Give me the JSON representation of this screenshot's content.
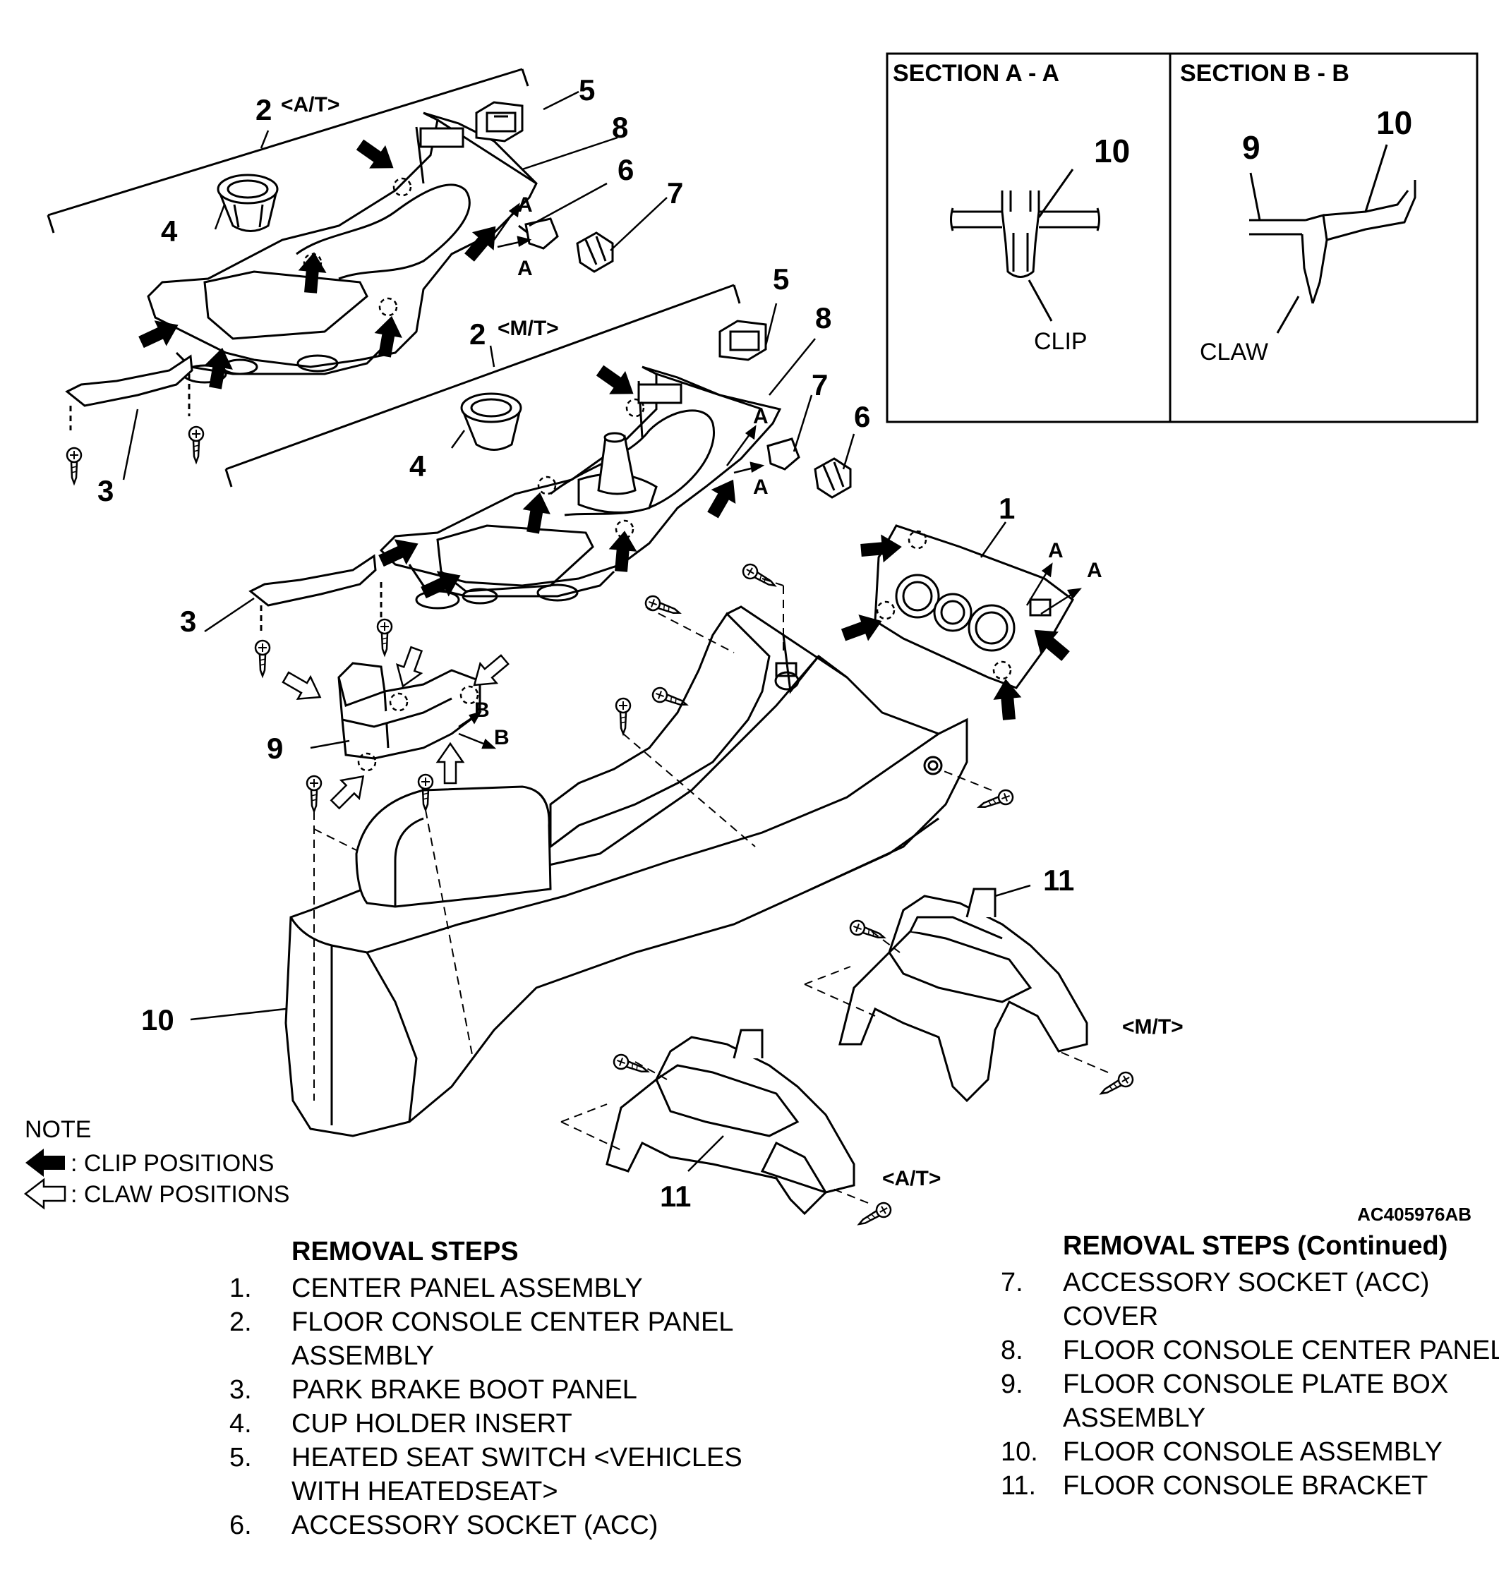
{
  "figure": {
    "drawing_code": "AC405976AB",
    "variant_labels": {
      "at": "<A/T>",
      "mt": "<M/T>"
    },
    "callouts": {
      "n1": "1",
      "n2": "2",
      "n3": "3",
      "n4": "4",
      "n5": "5",
      "n6": "6",
      "n7": "7",
      "n8": "8",
      "n9": "9",
      "n10": "10",
      "n11": "11"
    },
    "section_marks": {
      "a": "A",
      "b": "B"
    }
  },
  "sections": [
    {
      "title": "SECTION A - A",
      "part": "10",
      "note": "CLIP"
    },
    {
      "title": "SECTION B - B",
      "part_left": "9",
      "part_right": "10",
      "note": "CLAW"
    }
  ],
  "note": {
    "title": "NOTE",
    "clip": ": CLIP POSITIONS",
    "claw": ": CLAW POSITIONS"
  },
  "removal_steps": {
    "title": "REMOVAL STEPS",
    "title_continued": "REMOVAL STEPS (Continued)",
    "left": [
      {
        "num": "1.",
        "text": "CENTER PANEL ASSEMBLY"
      },
      {
        "num": "2.",
        "text": "FLOOR CONSOLE CENTER PANEL ASSEMBLY"
      },
      {
        "num": "3.",
        "text": "PARK BRAKE BOOT PANEL"
      },
      {
        "num": "4.",
        "text": "CUP HOLDER INSERT"
      },
      {
        "num": "5.",
        "text": "HEATED SEAT SWITCH <VEHICLES WITH HEATEDSEAT>"
      },
      {
        "num": "6.",
        "text": "ACCESSORY SOCKET (ACC)"
      }
    ],
    "right": [
      {
        "num": "7.",
        "text": "ACCESSORY SOCKET (ACC) COVER"
      },
      {
        "num": "8.",
        "text": "FLOOR CONSOLE CENTER PANEL"
      },
      {
        "num": "9.",
        "text": "FLOOR CONSOLE PLATE BOX ASSEMBLY"
      },
      {
        "num": "10.",
        "text": "FLOOR CONSOLE ASSEMBLY"
      },
      {
        "num": "11.",
        "text": "FLOOR CONSOLE BRACKET"
      }
    ]
  }
}
